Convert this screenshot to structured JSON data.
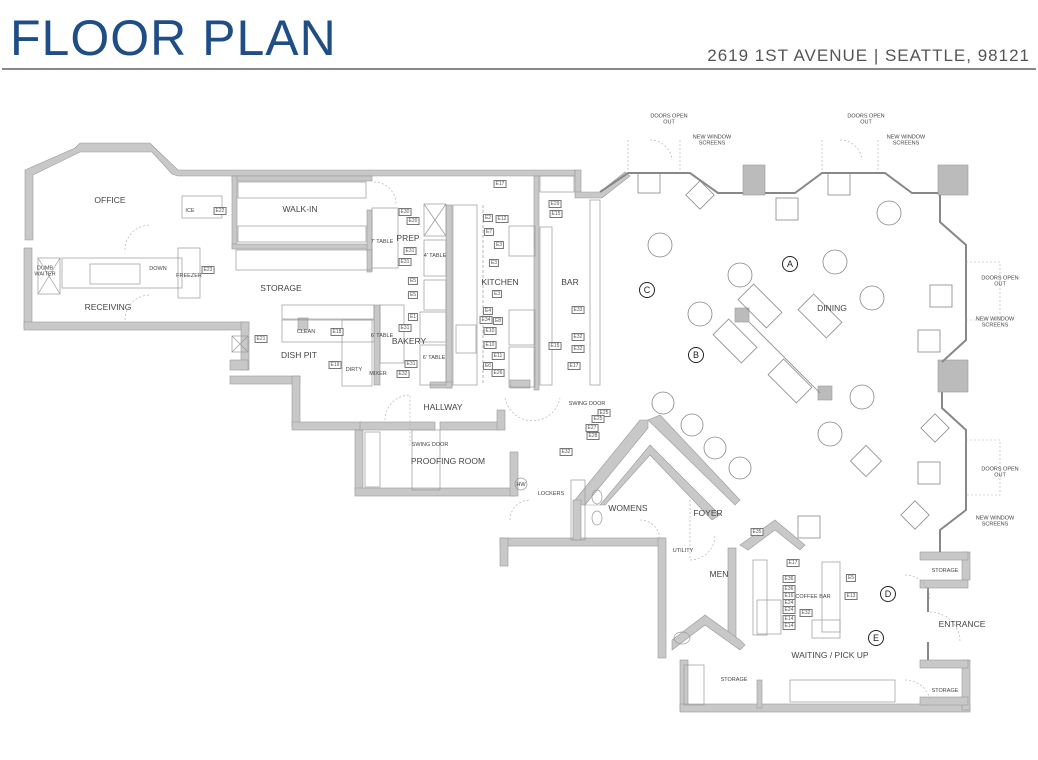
{
  "header": {
    "title": "FLOOR PLAN",
    "address": "2619 1ST AVENUE | SEATTLE, 98121",
    "title_color": "#1f4e86"
  },
  "rooms": {
    "office": "OFFICE",
    "walk_in": "WALK-IN",
    "prep": "PREP",
    "kitchen": "KITCHEN",
    "bar": "BAR",
    "receiving": "RECEIVING",
    "storage": "STORAGE",
    "dish_pit": "DISH PIT",
    "bakery": "BAKERY",
    "hallway": "HALLWAY",
    "proofing_room": "PROOFING ROOM",
    "dining": "DINING",
    "womens": "WOMENS",
    "foyer": "FOYER",
    "men": "MEN",
    "utility": "UTILITY",
    "waiting_pick_up": "WAITING / PICK UP",
    "entrance": "ENTRANCE",
    "storage_small_1": "STORAGE",
    "storage_small_2": "STORAGE",
    "storage_small_3": "STORAGE"
  },
  "fixtures": {
    "ice": "ICE",
    "freezer": "FREEZER",
    "dumb_waiter": "DUMB WAITER",
    "down": "DOWN",
    "clean": "CLEAN",
    "dirty": "DIRTY",
    "mixer": "MIXER",
    "table_7ft": "7' TABLE",
    "table_4ft": "4' TABLE",
    "table_6ft_a": "6' TABLE",
    "table_6ft_b": "6' TABLE",
    "coffee_bar": "COFFEE BAR",
    "lockers": "LOCKERS",
    "hw": "HW",
    "swing_door_1": "SWING DOOR",
    "swing_door_2": "SWING DOOR"
  },
  "notes": {
    "doors_open_out": "DOORS OPEN OUT",
    "new_window_screens": "NEW WINDOW SCREENS"
  },
  "markers": [
    "A",
    "B",
    "C",
    "D",
    "E"
  ],
  "equipment_tags": {
    "e22": "E22",
    "e23": "E23",
    "e21": "E21",
    "e30": "E30",
    "e20": "E20",
    "e31a": "E31",
    "e31b": "E31",
    "e31c": "E31",
    "e31d": "E31",
    "e5a": "E5",
    "e5b": "E5",
    "e1": "E1",
    "e18": "E18",
    "e19": "E19",
    "e32a": "E32",
    "e17a": "E17",
    "e2": "E2",
    "e12": "E12",
    "e7": "E7",
    "e3a": "E3",
    "e3b": "E3",
    "e3c": "E3",
    "e4": "E4",
    "e34": "E34",
    "e8": "E8",
    "e10a": "E10",
    "e10b": "E10",
    "e6": "E6",
    "e11": "E11",
    "e26a": "E26",
    "e29": "E29",
    "e15a": "E15",
    "e15b": "E15",
    "e33": "E33",
    "e32b": "E32",
    "e32c": "E32",
    "e17b": "E17",
    "e25a": "E25",
    "e25b": "E25",
    "e27": "E27",
    "e28": "E28",
    "e32d": "E32",
    "e35": "E35",
    "e17c": "E17",
    "e36a": "E36",
    "e36b": "E36",
    "e16": "E16",
    "e24a": "E24",
    "e24b": "E24",
    "e14a": "E14",
    "e14b": "E14",
    "e5c": "E5",
    "e13": "E13",
    "e32e": "E32"
  }
}
